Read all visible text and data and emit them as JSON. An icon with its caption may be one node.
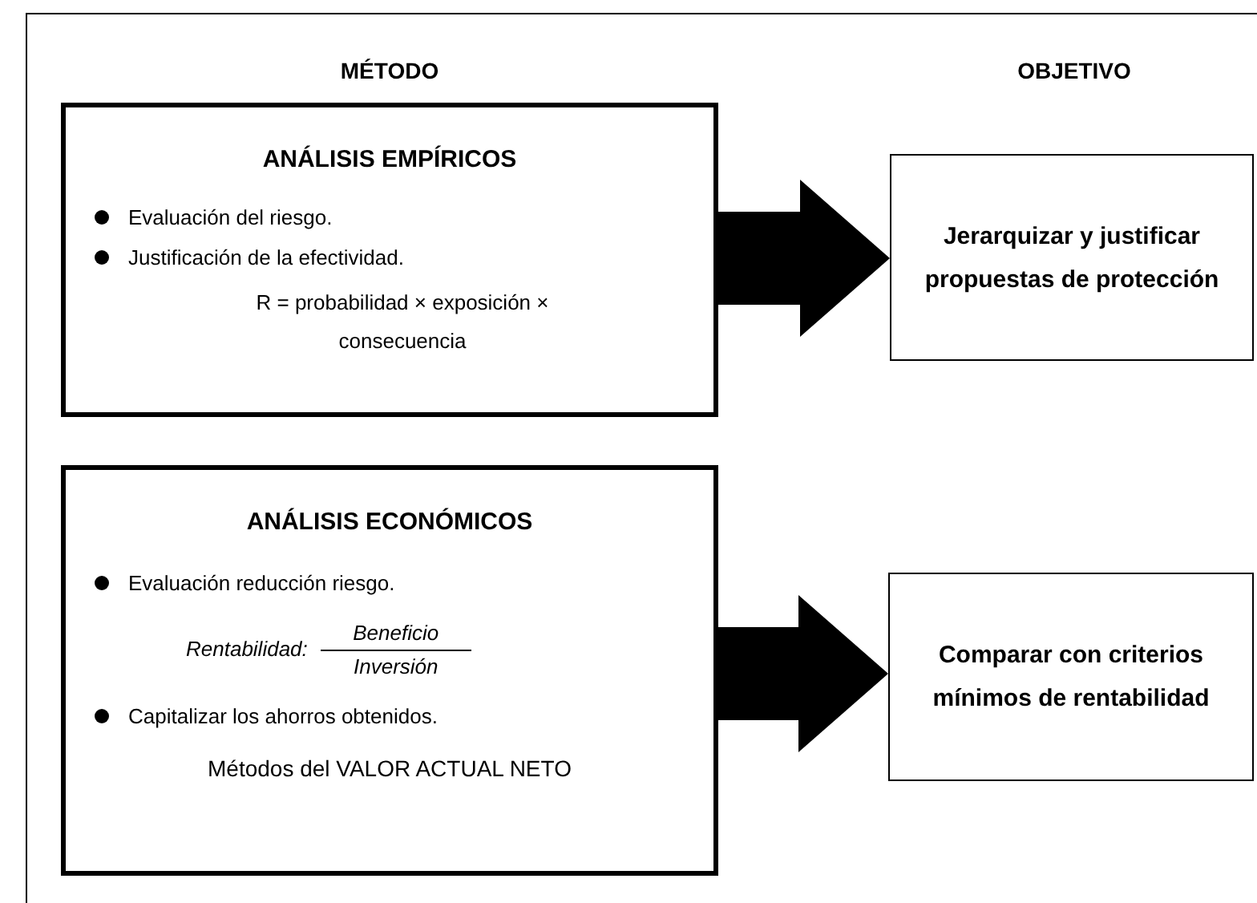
{
  "diagram": {
    "nodes": [
      {
        "text": [
          "ANÁLISIS EMPÍRICOS",
          "Evaluación del riesgo.",
          "Justificación de la efectividad.",
          "R = probabilidad × exposición × consecuencia"
        ]
      },
      {
        "text": [
          "Jerarquizar y justificar propuestas de protección"
        ]
      },
      {
        "text": [
          "ANÁLISIS ECONÓMICOS",
          "Evaluación reducción riesgo.",
          "Rentabilidad:",
          "Beneficio",
          "Inversión",
          "Capitalizar los ahorros obtenidos.",
          "Métodos del VALOR ACTUAL NETO"
        ]
      },
      {
        "text": [
          "Comparar con criterios mínimos de rentabilidad"
        ]
      }
    ],
    "edges": [
      {
        "from": 0,
        "to": 1,
        "arrow": "to",
        "style": "thick"
      },
      {
        "from": 2,
        "to": 3,
        "arrow": "to",
        "style": "thick"
      }
    ],
    "labels": [
      "MÉTODO",
      "OBJETIVO"
    ]
  }
}
